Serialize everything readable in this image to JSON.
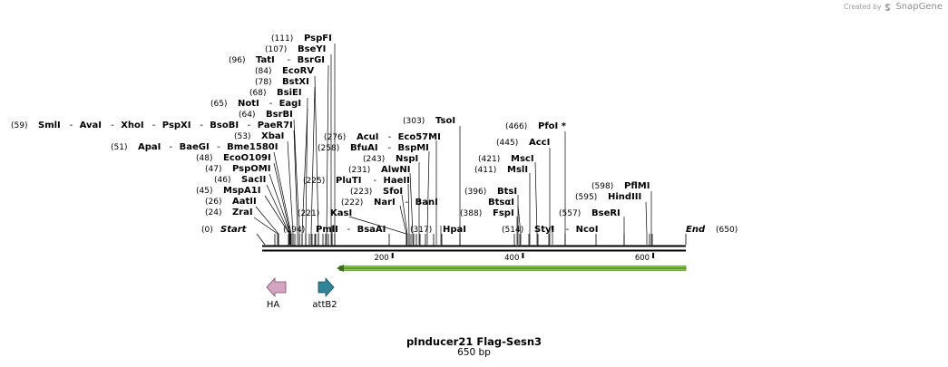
{
  "credit": {
    "prefix": "Created by",
    "brand": "SnapGene"
  },
  "map": {
    "name": "pInducer21 Flag-Sesn3",
    "length_label": "650 bp",
    "length": 650,
    "start_label": "Start",
    "start_pos": "(0)",
    "end_label": "End",
    "end_pos": "(650)"
  },
  "ticks": [
    {
      "pos": 200,
      "label": "200"
    },
    {
      "pos": 400,
      "label": "400"
    },
    {
      "pos": 600,
      "label": "600"
    }
  ],
  "sites": [
    {
      "row": 0,
      "pos": "(111)",
      "names": [
        "PspFI"
      ]
    },
    {
      "row": 1,
      "pos": "(107)",
      "names": [
        "BseYI"
      ]
    },
    {
      "row": 2,
      "pos": "(96)",
      "names": [
        "TatI",
        "BsrGI"
      ]
    },
    {
      "row": 3,
      "pos": "(84)",
      "names": [
        "EcoRV"
      ]
    },
    {
      "row": 4,
      "pos": "(78)",
      "names": [
        "BstXI"
      ]
    },
    {
      "row": 5,
      "pos": "(68)",
      "names": [
        "BsiEI"
      ]
    },
    {
      "row": 6,
      "pos": "(65)",
      "names": [
        "NotI",
        "EagI"
      ]
    },
    {
      "row": 7,
      "pos": "(64)",
      "names": [
        "BsrBI"
      ]
    },
    {
      "row": 8,
      "pos": "(59)",
      "names": [
        "SmlI",
        "AvaI",
        "XhoI",
        "PspXI",
        "BsoBI",
        "PaeR7I"
      ]
    },
    {
      "row": 9,
      "pos": "(53)",
      "names": [
        "XbaI"
      ]
    },
    {
      "row": 10,
      "pos": "(51)",
      "names": [
        "ApaI",
        "BaeGI",
        "Bme1580I"
      ]
    },
    {
      "row": 11,
      "pos": "(48)",
      "names": [
        "EcoO109I"
      ]
    },
    {
      "row": 12,
      "pos": "(47)",
      "names": [
        "PspOMI"
      ]
    },
    {
      "row": 13,
      "pos": "(46)",
      "names": [
        "SacII"
      ]
    },
    {
      "row": 14,
      "pos": "(45)",
      "names": [
        "MspA1I"
      ]
    },
    {
      "row": 15,
      "pos": "(26)",
      "names": [
        "AatII"
      ]
    },
    {
      "row": 16,
      "pos": "(24)",
      "names": [
        "ZraI"
      ]
    },
    {
      "row": 17,
      "pos": "(194)",
      "names": [
        "PmlI",
        "BsaAI"
      ]
    },
    {
      "row": 18,
      "pos": "(221)",
      "names": [
        "KasI"
      ]
    },
    {
      "row": 19,
      "pos": "(222)",
      "names": [
        "NarI",
        "BanI"
      ]
    },
    {
      "row": 20,
      "pos": "(223)",
      "names": [
        "SfoI"
      ]
    },
    {
      "row": 21,
      "pos": "(225)",
      "names": [
        "PluTI",
        "HaeII"
      ]
    },
    {
      "row": 22,
      "pos": "(231)",
      "names": [
        "AlwNI"
      ]
    },
    {
      "row": 23,
      "pos": "(243)",
      "names": [
        "NspI"
      ]
    },
    {
      "row": 24,
      "pos": "(258)",
      "names": [
        "BfuAI",
        "BspMI"
      ]
    },
    {
      "row": 25,
      "pos": "(276)",
      "names": [
        "AcuI",
        "Eco57MI"
      ]
    },
    {
      "row": 26,
      "pos": "(303)",
      "names": [
        "TsoI"
      ]
    },
    {
      "row": 27,
      "pos": "(317)",
      "names": [
        "HpaI"
      ]
    },
    {
      "row": 28,
      "pos": "(388)",
      "names": [
        "FspI"
      ]
    },
    {
      "row": 29,
      "pos": "(396)",
      "names": [
        "BtsI"
      ]
    },
    {
      "row": 30,
      "pos": "",
      "names": [
        "BtsαI"
      ]
    },
    {
      "row": 31,
      "pos": "(411)",
      "names": [
        "MslI"
      ]
    },
    {
      "row": 32,
      "pos": "(421)",
      "names": [
        "MscI"
      ]
    },
    {
      "row": 33,
      "pos": "(445)",
      "names": [
        "AccI"
      ]
    },
    {
      "row": 34,
      "pos": "(466)",
      "names": [
        "PfoI *"
      ]
    },
    {
      "row": 35,
      "pos": "(514)",
      "names": [
        "StyI",
        "NcoI"
      ]
    },
    {
      "row": 36,
      "pos": "(557)",
      "names": [
        "BseRI"
      ]
    },
    {
      "row": 37,
      "pos": "(595)",
      "names": [
        "HindIII"
      ]
    },
    {
      "row": 38,
      "pos": "(598)",
      "names": [
        "PflMI"
      ]
    }
  ],
  "features": [
    {
      "name": "HA",
      "color": "#d4a5c0",
      "direction": "left"
    },
    {
      "name": "attB2",
      "color": "#2f8596",
      "direction": "right"
    }
  ],
  "primer": {
    "color": "#8fd14f",
    "outline": "#5a9a2a"
  }
}
